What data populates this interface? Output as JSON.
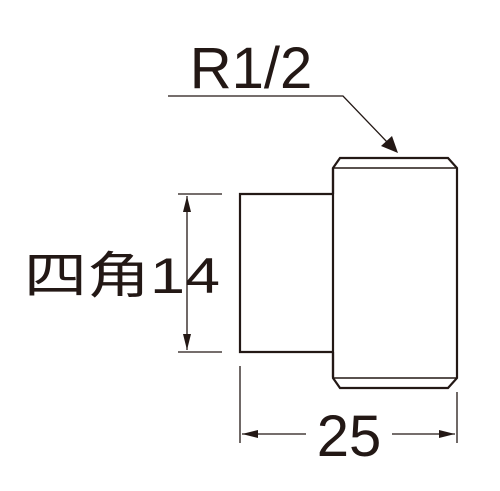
{
  "labels": {
    "thread_size": "R1/2",
    "square_label": "四角14",
    "length_label": "25"
  },
  "colors": {
    "line": "#231815",
    "background": "#ffffff"
  }
}
